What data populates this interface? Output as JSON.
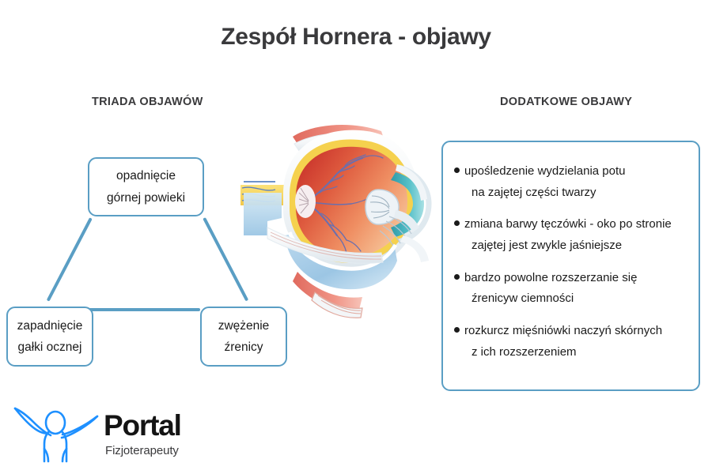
{
  "page": {
    "title": "Zespół Hornera - objawy"
  },
  "triad": {
    "heading": "TRIADA OBJAWÓW",
    "boxes": [
      {
        "name": "ptosis",
        "line1": "opadnięcie",
        "line2": "górnej powieki"
      },
      {
        "name": "enophthalmos",
        "line1": "zapadnięcie",
        "line2": "gałki ocznej"
      },
      {
        "name": "miosis",
        "line1": "zwężenie",
        "line2": "źrenicy"
      }
    ]
  },
  "additional": {
    "heading": "DODATKOWE OBJAWY",
    "bullet_glyph": "●",
    "items": [
      {
        "line1": "upośledzenie wydzielania potu",
        "line2": "na zajętej części twarzy"
      },
      {
        "line1": "zmiana barwy tęczówki - oko po stronie",
        "line2": "zajętej jest zwykle jaśniejsze"
      },
      {
        "line1": "bardzo powolne rozszerzanie się",
        "line2": "źrenicyw ciemności"
      },
      {
        "line1": "rozkurcz mięśniówki naczyń skórnych",
        "line2": "z ich rozszerzeniem"
      }
    ]
  },
  "illustration": {
    "name": "eye-cross-section-diagram"
  },
  "logo": {
    "brand": "Portal",
    "tagline": "Fizjoterapeuty",
    "figure_name": "person-with-open-arms-icon"
  },
  "colors": {
    "accent_border": "#5a9ec4",
    "title_text": "#3a3a3c",
    "body_text": "#1a1a1a",
    "logo_blue": "#1e90ff",
    "page_background": "#ffffff"
  }
}
